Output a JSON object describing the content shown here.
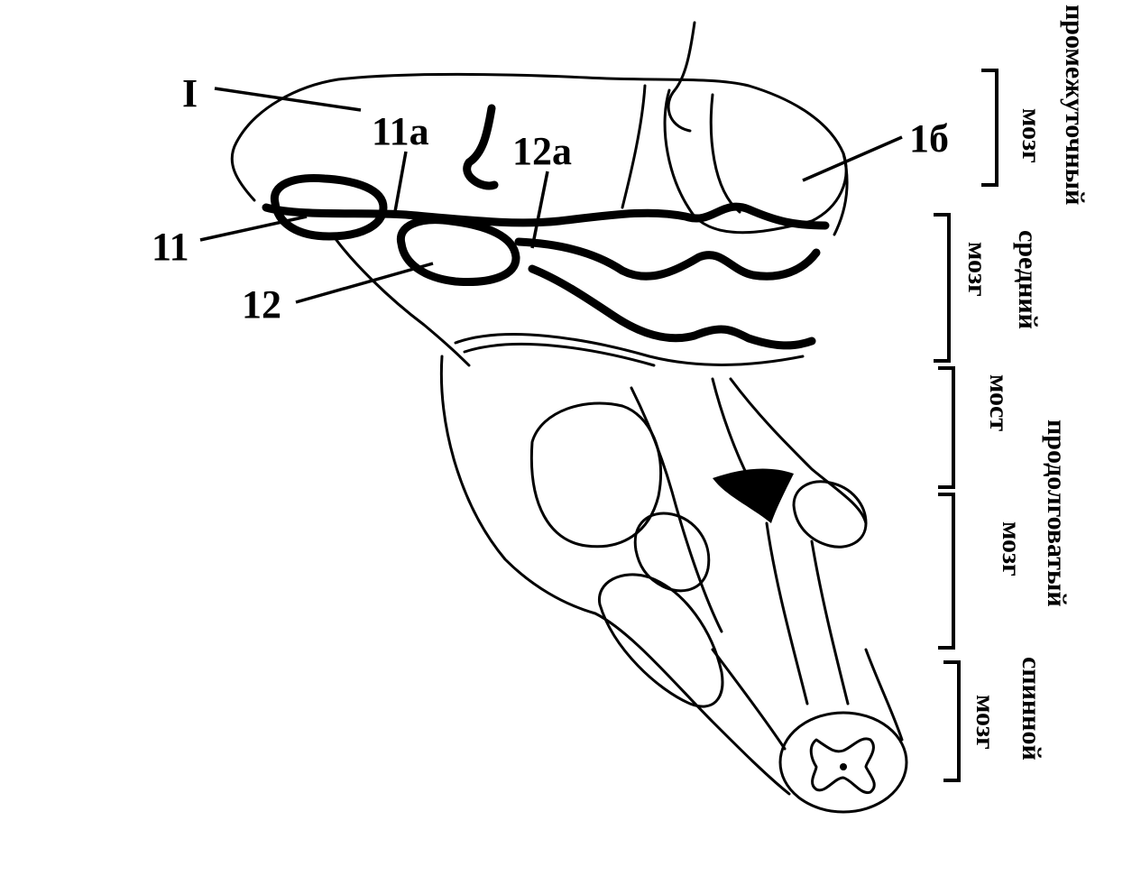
{
  "labels": {
    "roman_one": "I",
    "l11a": "11а",
    "l12a": "12а",
    "l16": "1б",
    "l11": "11",
    "l12": "12"
  },
  "regions": {
    "diencephalon_1": "промежуточный",
    "diencephalon_2": "мозг",
    "midbrain_1": "средний",
    "midbrain_2": "мозг",
    "pons": "мост",
    "medulla_1": "продолговатый",
    "medulla_2": "мозг",
    "spinal_1": "спинной",
    "spinal_2": "мозг"
  }
}
